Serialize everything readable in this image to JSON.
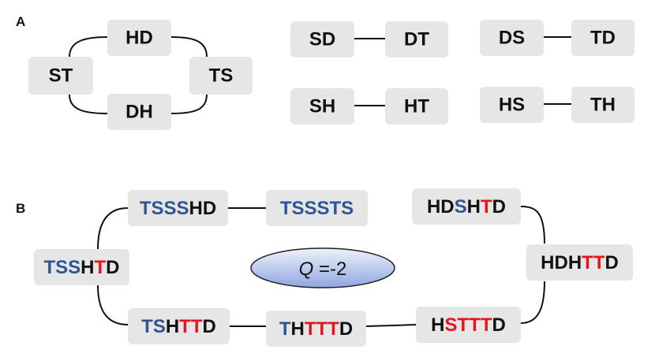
{
  "colors": {
    "box": "#e6e6e6",
    "edge": "#111111",
    "text": "#111111",
    "blue": "#2f5597",
    "red": "#e8141c",
    "ellipse_fill_top": "#eef2fb",
    "ellipse_fill_bottom": "#8fa6e0",
    "ellipse_stroke": "#1f1f1f"
  },
  "panelA": {
    "label": "A",
    "nodes": {
      "hd": "HD",
      "st": "ST",
      "ts": "TS",
      "dh": "DH",
      "sd": "SD",
      "dt": "DT",
      "ds": "DS",
      "td": "TD",
      "sh": "SH",
      "ht": "HT",
      "hs": "HS",
      "th": "TH"
    }
  },
  "panelB": {
    "label": "B",
    "charge": {
      "symbol": "Q",
      "rest": " =-2"
    },
    "nodes": {
      "tssshd": [
        {
          "t": "TSSS",
          "c": "blue"
        },
        {
          "t": "HD",
          "c": "black"
        }
      ],
      "tsssts": [
        {
          "t": "TSSSTS",
          "c": "blue"
        }
      ],
      "hdshtd": [
        {
          "t": "HD",
          "c": "black"
        },
        {
          "t": "S",
          "c": "blue"
        },
        {
          "t": "H",
          "c": "black"
        },
        {
          "t": "T",
          "c": "red"
        },
        {
          "t": "D",
          "c": "black"
        }
      ],
      "tsshtd": [
        {
          "t": "TSS",
          "c": "blue"
        },
        {
          "t": "H",
          "c": "black"
        },
        {
          "t": "T",
          "c": "red"
        },
        {
          "t": "D",
          "c": "black"
        }
      ],
      "hdhttd": [
        {
          "t": "HDH",
          "c": "black"
        },
        {
          "t": "TT",
          "c": "red"
        },
        {
          "t": "D",
          "c": "black"
        }
      ],
      "tshttd": [
        {
          "t": "TS",
          "c": "blue"
        },
        {
          "t": "H",
          "c": "black"
        },
        {
          "t": "TT",
          "c": "red"
        },
        {
          "t": "D",
          "c": "black"
        }
      ],
      "thtttd": [
        {
          "t": "T",
          "c": "blue"
        },
        {
          "t": "H",
          "c": "black"
        },
        {
          "t": "TTT",
          "c": "red"
        },
        {
          "t": "D",
          "c": "black"
        }
      ],
      "hstttd": [
        {
          "t": "H",
          "c": "black"
        },
        {
          "t": "STTT",
          "c": "red"
        },
        {
          "t": "D",
          "c": "black"
        }
      ]
    }
  }
}
